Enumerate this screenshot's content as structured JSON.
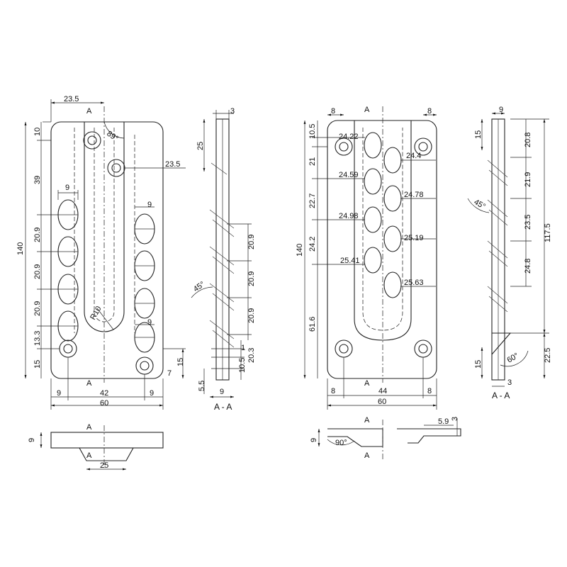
{
  "left_plate": {
    "dims": {
      "top_width": "23.5",
      "angle": "89°",
      "top_edge": "10",
      "first_pitch": "39",
      "hole_offset": "23.5",
      "slot_width_left": "9",
      "slot_width_right": "9",
      "slot_width_right2": "9",
      "pitch1": "20.9",
      "pitch2": "20.9",
      "pitch3": "20.9",
      "bottom_pitch": "13.3",
      "bottom_edge": "15",
      "overall_height": "140",
      "radius": "R10",
      "right_bottom": "15",
      "right_small": "7",
      "hole_from_left": "9",
      "hole_from_right": "9",
      "inner_width": "42",
      "overall_width": "60"
    },
    "section_label": "A",
    "section": {
      "thickness": "3",
      "top": "25",
      "pitch1": "20.9",
      "pitch2": "20.9",
      "pitch3": "20.9",
      "angle": "45°",
      "small1": "1",
      "small2": "10.5",
      "small3": "20.3",
      "bottom": "5.5",
      "depth": "9",
      "caption": "A - A"
    },
    "bottom_view": {
      "height": "9",
      "width": "25"
    }
  },
  "right_plate": {
    "dims": {
      "top_left": "8",
      "top_right": "8",
      "top_edge": "10.5",
      "pitch_a": "21",
      "pitch_b": "22.7",
      "pitch_c": "24.2",
      "bottom_pitch": "61.6",
      "overall_height": "140",
      "d1": "24.22",
      "d2": "24.4",
      "d3": "24.59",
      "d4": "24.78",
      "d5": "24.98",
      "d6": "25.19",
      "d7": "25.41",
      "d8": "25.63",
      "bottom_left": "8",
      "bottom_right": "8",
      "inner_width": "44",
      "overall_width": "60"
    },
    "section_label": "A",
    "section": {
      "depth": "9",
      "top": "15",
      "pitch1": "20.8",
      "pitch2": "21.9",
      "pitch3": "23.5",
      "pitch4": "24.8",
      "overall": "117.5",
      "angle1": "45°",
      "angle2": "60°",
      "bottom_right": "22.5",
      "bottom_left": "15",
      "thickness": "3",
      "caption": "A - A"
    },
    "bottom_view": {
      "height": "9",
      "angle": "90°",
      "small": "5.9",
      "thick": "3"
    }
  }
}
